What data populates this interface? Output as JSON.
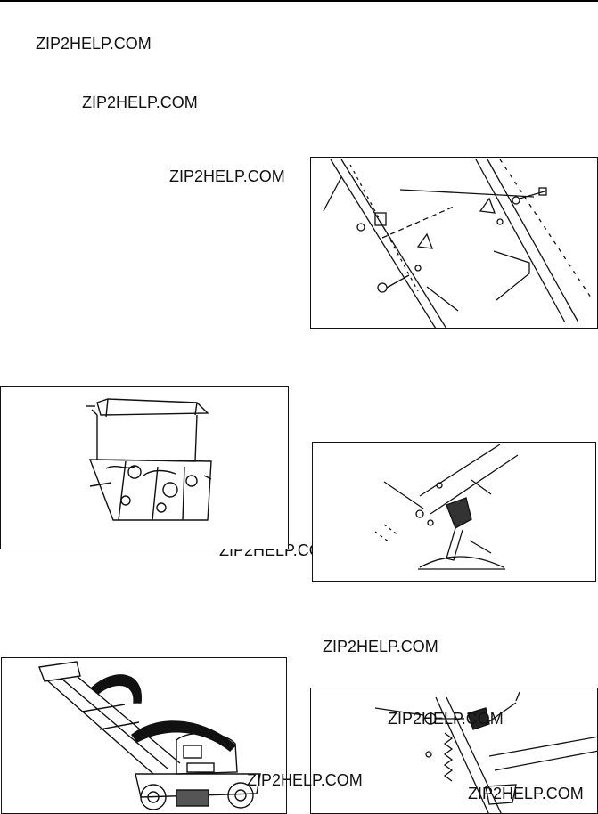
{
  "watermark": {
    "text": "ZIP2HELP.COM"
  },
  "figures": [
    {
      "id": "handle-bolt-assembly",
      "caption": ""
    },
    {
      "id": "engine-shroud",
      "caption": ""
    },
    {
      "id": "handle-lever",
      "caption": ""
    },
    {
      "id": "mower-handle-fold",
      "caption": ""
    },
    {
      "id": "handle-knob-detail",
      "caption": ""
    }
  ]
}
